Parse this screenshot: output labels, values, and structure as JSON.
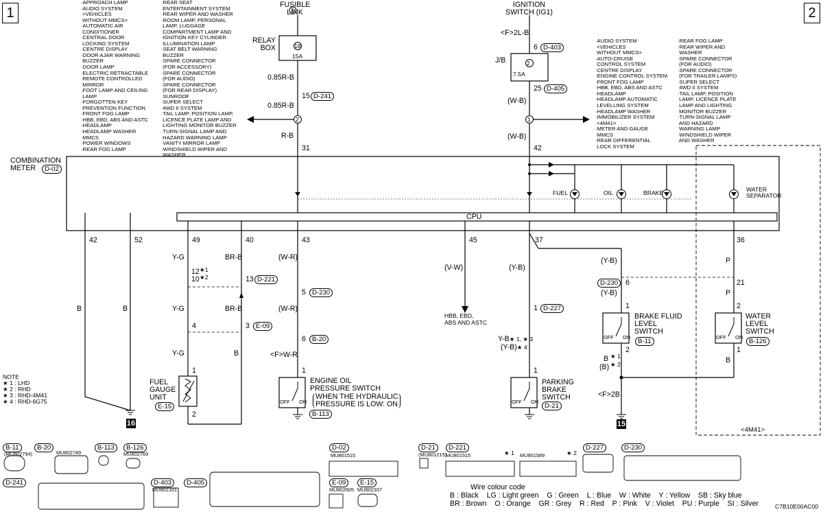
{
  "page": {
    "left_number": "1",
    "right_number": "2",
    "figure_code": "C7B10E00AC00"
  },
  "sources": {
    "fusible_link": "FUSIBLE\nLINK",
    "fusible_link_num": "1",
    "relay_box": "RELAY\nBOX",
    "relay_fuse": "18",
    "relay_amp": "15A",
    "ignition": "IGNITION\nSWITCH (IG1)",
    "jb": "J/B",
    "jb_fuse": "2",
    "jb_amp": "7.5A",
    "ign_code": "<F>2L-B",
    "pin6": "6",
    "pin25": "25",
    "wb1": "(W-B)",
    "wb2": "(W-B)"
  },
  "left_wires": {
    "w1": "0.85R-B",
    "w2": "0.85R-B",
    "w3": "R-B",
    "pin15": "15",
    "pin31": "31",
    "pin42": "42",
    "junction": "2"
  },
  "right_junction": "1",
  "left_list_a": "·APPROACH LAMP\n·AUDIO SYSTEM\n <VEHICLES\n WITHOUT MMCS>\n·AUTOMATIC AIR\n CONDITIONER\n·CENTRAL DOOR\n LOCKING SYSTEM\n·CENTRE DISPLAY\n·DOOR AJAR WARNING\n BUZZER\n·DOOR LAMP\n·ELECTRIC RETRACTABLE\n REMOTE CONTROLLED\n MIRROR\n·FOOT LAMP AND CEILING\n LAMP\n·FORGOTTEN KEY\n PREVENTION FUNCTION\n·FRONT FOG LAMP\n·HBB, EBD, ABS AND ASTC\n·HEADLAMP\n·HEADLAMP WASHER\n·MMCS\n·POWER WINDOWS\n·REAR FOG LAMP",
  "left_list_b": "·REAR SEAT\n ENTERTAINMENT SYSTEM\n·REAR WIPER AND WASHER\n·ROOM LAMP, PERSONAL\n LAMP, LUGGAGE\n COMPARTMENT LAMP AND\n·IGNITION KEY CYLINDER\n ILLUMINATION LAMP\n·SEAT BELT WARNING\n BUZZER\n·SPARE CONNECTOR\n (FOR ACCESSORY)\n·SPARE CONNECTOR\n (FOR AUDIO)\n·SPARE CONNECTOR\n (FOR REAR DISPLAY)\n·SUNROOF\n·SUPER SELECT\n 4WD II SYSTEM\n·TAIL LAMP, POSITION LAMP,\n LICENCE PLATE LAMP AND\n LIGHTING MONITOR BUZZER\n·TURN-SIGNAL LAMP AND\n HAZARD WARNING LAMP\n·VANITY MIRROR LAMP\n·WINDSHIELD WIPER AND\n WASHER",
  "right_list_a": "·AUDIO SYSTEM\n <VEHICLES\n WITHOUT MMCS>\n·AUTO-CRUISE\n CONTROL SYSTEM\n·CENTRE DISPLAY\n·ENGINE CONTROL SYSTEM\n·FRONT FOG LAMP\n·HBB, EBD, ABS AND ASTC\n·HEADLAMP\n·HEADLAMP AUTOMATIC\n LEVELLING SYSTEM\n·HEADLAMP WASHER\n·IMMOBILIZER SYSTEM\n <4M41>\n·METER AND GAUGE\n·MMCS\n·REAR DIFFERENTIAL\n LOCK SYSTEM",
  "right_list_b": "·REAR FOG LAMP\n·REAR WIPER AND\n WASHER\n·SPARE CONNECTOR\n (FOR AUDIO)\n·SPARE CONNECTOR\n (FOR TRAILER LAMPS)\n·SUPER SELECT\n 4WD II SYSTEM\n·TAIL LAMP, POSITION\n LAMP, LICENCE PLATE\n LAMP AND LIGHTING\n MONITOR BUZZER\n·TURN-SIGNAL LAMP\n AND HAZARD\n WARNING LAMP\n·WINDSHIELD WIPER\n AND WASHER",
  "meter": {
    "label": "COMBINATION\nMETER",
    "connector": "D-02",
    "cpu": "CPU",
    "fuel": "FUEL",
    "oil": "OIL",
    "brake": "BRAKE",
    "water": "WATER\nSEPARATOR"
  },
  "bottom_pins": {
    "p42": "42",
    "p52": "52",
    "p49": "49",
    "p40": "40",
    "p43": "43",
    "p45": "45",
    "p37": "37",
    "p36": "36"
  },
  "fuel_gauge": {
    "yg1": "Y-G",
    "yg2": "Y-G",
    "yg3": "Y-G",
    "brb1": "BR-B",
    "brb2": "BR-B",
    "b": "B",
    "pin12": "12",
    "pin10": "10",
    "star1": "★",
    "star1n": "1",
    "star2": "★",
    "star2n": "2",
    "pin13": "13",
    "d221": "D-221",
    "pin4": "4",
    "pin3": "3",
    "e09": "E-09",
    "pin1": "1",
    "pin2": "2",
    "label": "FUEL\nGAUGE\nUNIT",
    "connector": "E-15"
  },
  "far_left": {
    "b1": "B",
    "b2": "B",
    "ground": "16"
  },
  "oil_switch": {
    "wr1": "(W-R)",
    "wr2": "(W-R)",
    "pin5": "5",
    "d230": "D-230",
    "pin6": "6",
    "b20": "B-20",
    "fwr": "<F>W-R",
    "pin1": "1",
    "label": "ENGINE OIL\nPRESSURE SWITCH",
    "cond": "WHEN THE HYDRAULIC\nPRESSURE IS LOW: ON",
    "off": "OFF",
    "on": "ON",
    "connector": "B-113"
  },
  "abs": {
    "vw": "(V-W)",
    "label": "HBB, EBD,\nABS AND ASTC"
  },
  "parking": {
    "yb1": "(Y-B)",
    "pin1": "1",
    "d227": "D-227",
    "yb2": "Y-B",
    "yb2n": "★ 1, ★ 3",
    "yb3": "(Y-B)",
    "yb3n": "★ 4",
    "pin1b": "1",
    "label": "PARKING\nBRAKE\nSWITCH",
    "connector": "D-21",
    "off": "OFF",
    "on": "ON"
  },
  "brake_fluid": {
    "yb1": "(Y-B)",
    "d230": "D-230",
    "pin6": "6",
    "yb2": "(Y-B)",
    "pin1": "1",
    "label": "BRAKE FLUID\nLEVEL\nSWITCH",
    "connector": "B-11",
    "pin2": "2",
    "b": "B",
    "bb": "(B)",
    "star1": "★ 1",
    "star2": "★ 2",
    "f2b": "<F>2B",
    "ground": "15",
    "off": "OFF",
    "on": "ON"
  },
  "water_sw": {
    "p1": "P",
    "pin21": "21",
    "p2": "P",
    "pin2": "2",
    "label": "WATER\nLEVEL\nSWITCH",
    "connector": "B-126",
    "pin1": "1",
    "b": "B",
    "off": "OFF",
    "on": "ON",
    "variant": "<4M41>"
  },
  "note": {
    "title": "NOTE",
    "lines": [
      "★ 1 : LHD",
      "★ 2 : RHD",
      "★ 3 : RHD-4M41",
      "★ 4 : RHD-6G75"
    ]
  },
  "connectors": {
    "b11": "B-11",
    "b11p": "(MU802794)",
    "b20": "B-20",
    "b20p": "MU802749",
    "b113": "B-113",
    "b126": "B-126",
    "b126p": "MU802769",
    "d241": "D-241",
    "d403": "D-403",
    "d403p": "MU801331",
    "d405": "D-405",
    "d02": "D-02",
    "d02p": "MU801515",
    "e09": "E-09",
    "e09p": "MU802605",
    "e15": "E-15",
    "e15p": "MU802337",
    "d21": "D-21",
    "d21p": "(MU801215)",
    "d221": "D-221",
    "d221p1": "MU801515",
    "d221p2": "MU801589",
    "d221s1": "★ 1",
    "d221s2": "★ 2",
    "d227": "D-227",
    "d230": "D-230"
  },
  "colour_code": {
    "title": "Wire colour code",
    "line1": "B : Black    LG : Light green    G : Green    L : Blue    W : White    Y : Yellow    SB : Sky blue",
    "line2": "BR : Brown    O : Orange    GR : Grey    R : Red    P : Pink    V : Violet    PU : Purple    SI : Silver"
  }
}
